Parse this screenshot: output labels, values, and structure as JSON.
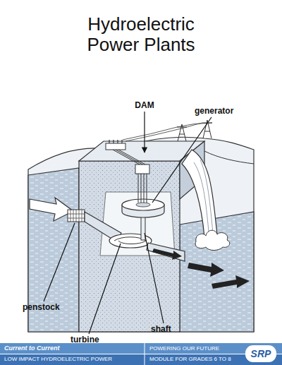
{
  "diagram": {
    "title": "Hydroelectric Power Plants",
    "labels": [
      "DAM",
      "generator",
      "penstock",
      "turbine",
      "shaft",
      "Current to Current",
      "LOW IMPACT HYDROELECTRIC POWER",
      "POWERING OUR FUTURE",
      "MODULE FOR GRADES 6 TO 8",
      "SRP"
    ]
  }
}
